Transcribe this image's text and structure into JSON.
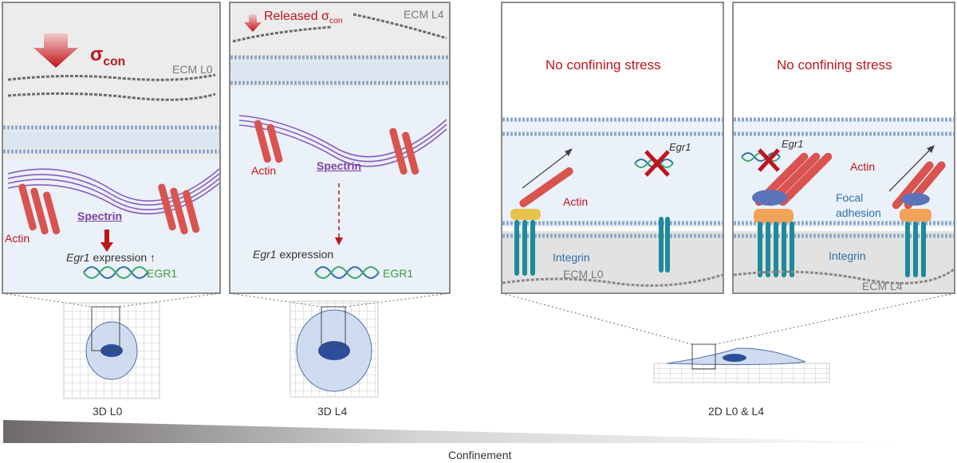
{
  "panels": {
    "p1": {
      "stress": "σ",
      "stress_sub": "con",
      "ecm": "ECM L0",
      "actin": "Actin",
      "spectrin": "Spectrin",
      "egr1": "Egr1",
      "expression": "expression ↑",
      "protein": "EGR1"
    },
    "p2": {
      "released": "Released σ",
      "released_sub": "con",
      "ecm": "ECM L4",
      "actin": "Actin",
      "spectrin": "Spectrin",
      "egr1": "Egr1",
      "expression": "expression",
      "protein": "EGR1"
    },
    "p3": {
      "title": "No confining stress",
      "egr1": "Egr1",
      "actin": "Actin",
      "integrin": "Integrin",
      "ecm": "ECM L0"
    },
    "p4": {
      "title": "No confining stress",
      "egr1": "Egr1",
      "actin": "Actin",
      "focal_line1": "Focal",
      "focal_line2": "adhesion",
      "integrin": "Integrin",
      "ecm": "ECM L4"
    }
  },
  "conditions": [
    "3D L0",
    "3D L4",
    "2D L0 & L4"
  ],
  "gradient_label": "Confinement",
  "colors": {
    "stress_red": "#c0141b",
    "spectrin_purple": "#8a5cc0",
    "actin_red": "#d9534f",
    "integrin_teal": "#1e8a9a",
    "membrane_blue": "#8fa8c8",
    "nucleus_blue": "#2c4e9a",
    "cytoplasm": "#edf3fa",
    "ecm_grey": "#6b6b6b"
  }
}
